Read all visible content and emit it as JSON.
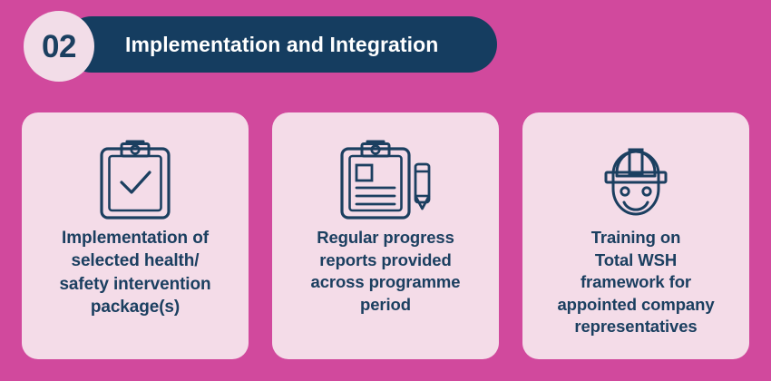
{
  "theme": {
    "background_color": "#d1499d",
    "card_color": "#f4dce8",
    "badge_color": "#f2dde8",
    "navy_color": "#1b3f60",
    "pill_color": "#153d60",
    "title_text_color": "#ffffff"
  },
  "header": {
    "step_number": "02",
    "title": "Implementation and Integration"
  },
  "cards": [
    {
      "icon_name": "clipboard-check-icon",
      "label": "Implementation of\nselected health/\nsafety intervention\npackage(s)"
    },
    {
      "icon_name": "clipboard-report-pencil-icon",
      "label": "Regular progress\nreports provided\nacross programme\nperiod"
    },
    {
      "icon_name": "hard-hat-worker-icon",
      "label": "Training on\nTotal WSH\nframework for\nappointed company\nrepresentatives"
    }
  ]
}
